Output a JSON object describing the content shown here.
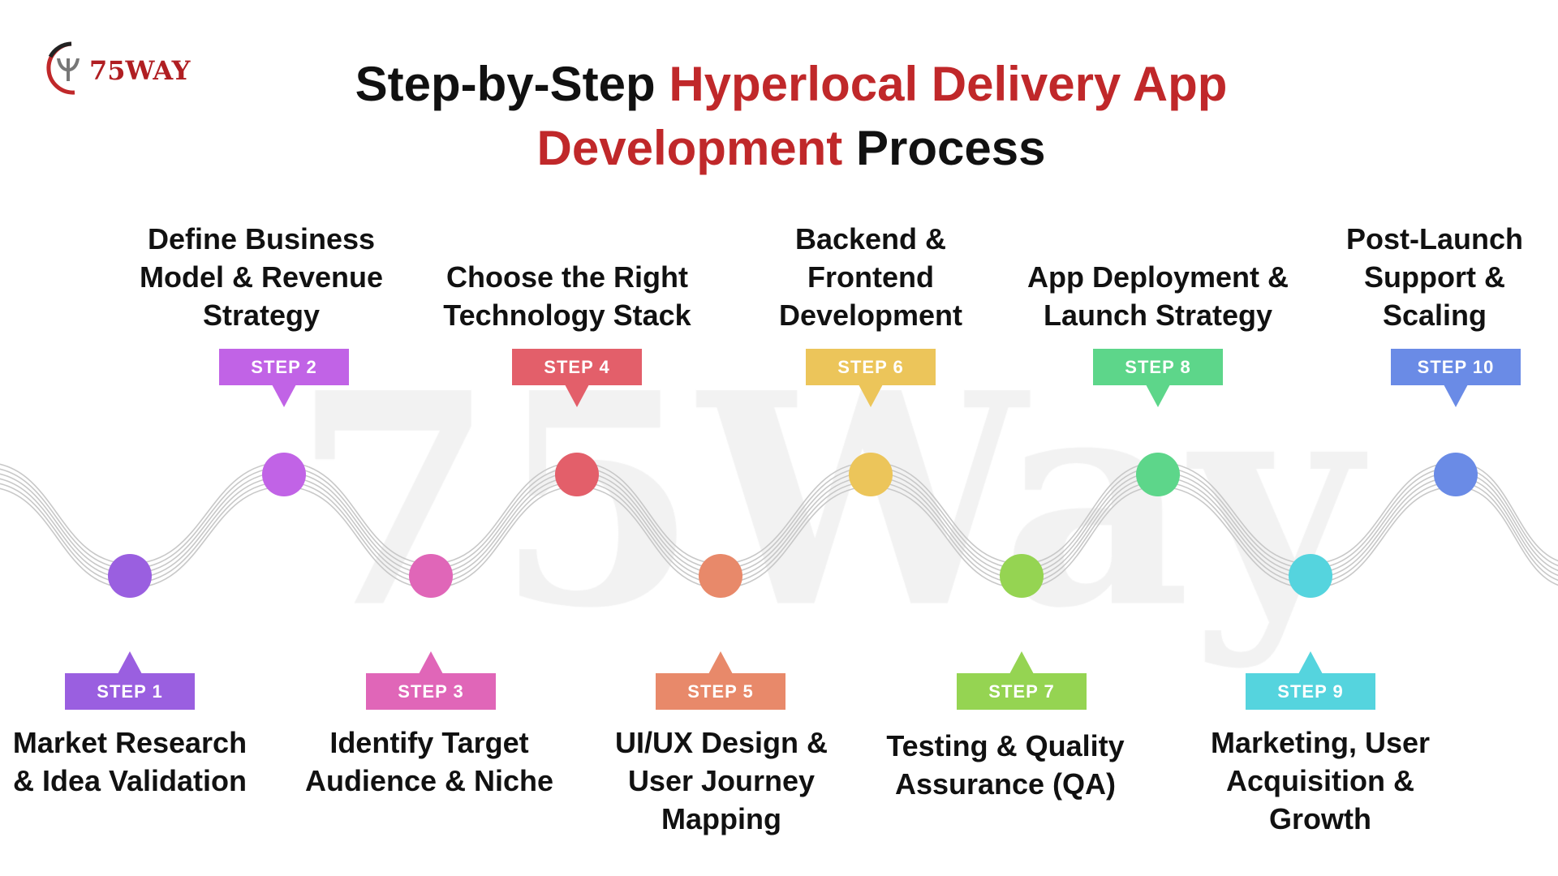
{
  "logo": {
    "text": "75WAY"
  },
  "title": {
    "part1": "Step-by-Step ",
    "part2_red": "Hyperlocal Delivery App",
    "part3_red": "Development",
    "part4": " Process"
  },
  "watermark": "75Way",
  "colors": {
    "accent_red": "#c0282a",
    "wave": "#c8c8c8"
  },
  "steps": [
    {
      "label": "STEP 1",
      "heading": "Market Research & Idea Validation",
      "color": "#9a5fe0",
      "position": "bottom"
    },
    {
      "label": "STEP 2",
      "heading": "Define Business Model & Revenue Strategy",
      "color": "#c163e6",
      "position": "top"
    },
    {
      "label": "STEP 3",
      "heading": "Identify Target Audience & Niche",
      "color": "#e066b8",
      "position": "bottom"
    },
    {
      "label": "STEP 4",
      "heading": "Choose the Right Technology Stack",
      "color": "#e35f6a",
      "position": "top"
    },
    {
      "label": "STEP 5",
      "heading": "UI/UX Design & User Journey Mapping",
      "color": "#e8896a",
      "position": "bottom"
    },
    {
      "label": "STEP 6",
      "heading": "Backend & Frontend Development",
      "color": "#ecc55a",
      "position": "top"
    },
    {
      "label": "STEP 7",
      "heading": "Testing & Quality Assurance (QA)",
      "color": "#95d452",
      "position": "bottom"
    },
    {
      "label": "STEP 8",
      "heading": "App Deployment & Launch Strategy",
      "color": "#5dd68a",
      "position": "top"
    },
    {
      "label": "STEP 9",
      "heading": "Marketing, User Acquisition & Growth",
      "color": "#55d4de",
      "position": "bottom"
    },
    {
      "label": "STEP 10",
      "heading": "Post-Launch Support & Scaling",
      "color": "#6a8be6",
      "position": "top"
    }
  ]
}
